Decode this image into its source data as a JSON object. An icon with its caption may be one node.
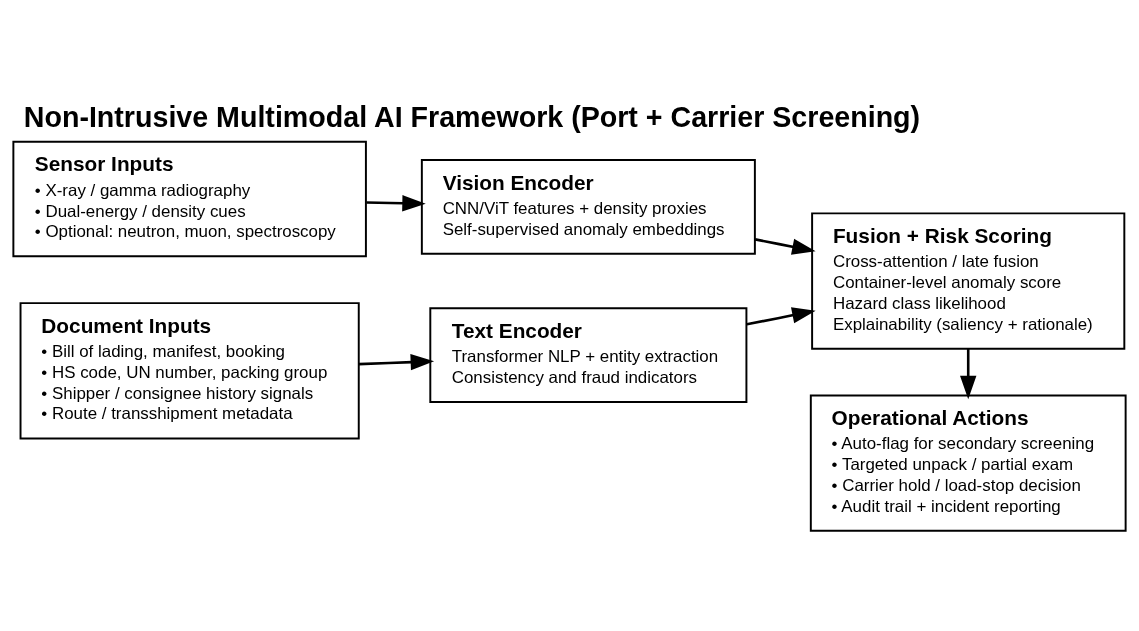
{
  "diagram": {
    "title": "Non-Intrusive Multimodal AI Framework (Port + Carrier Screening)",
    "nodes": [
      {
        "text": [
          "Sensor Inputs",
          "• X-ray / gamma radiography",
          "• Dual-energy / density cues",
          "• Optional: neutron, muon, spectroscopy"
        ]
      },
      {
        "text": [
          "Vision Encoder",
          "CNN/ViT features + density proxies",
          "Self-supervised anomaly embeddings"
        ]
      },
      {
        "text": [
          "Document Inputs",
          "• Bill of lading, manifest, booking",
          "• HS code, UN number, packing group",
          "• Shipper / consignee history signals",
          "• Route / transshipment metadata"
        ]
      },
      {
        "text": [
          "Text Encoder",
          "Transformer NLP + entity extraction",
          "Consistency and fraud indicators"
        ]
      },
      {
        "text": [
          "Fusion + Risk Scoring",
          "Cross-attention / late fusion",
          "Container-level anomaly score",
          "Hazard class likelihood",
          "Explainability (saliency + rationale)"
        ]
      },
      {
        "text": [
          "Operational Actions",
          "• Auto-flag for secondary screening",
          "• Targeted unpack / partial exam",
          "• Carrier hold / load-stop decision",
          "• Audit trail + incident reporting"
        ]
      }
    ],
    "edges": [
      {
        "from": 0,
        "to": 1,
        "arrow": "to"
      },
      {
        "from": 2,
        "to": 3,
        "arrow": "to"
      },
      {
        "from": 1,
        "to": 4,
        "arrow": "to"
      },
      {
        "from": 3,
        "to": 4,
        "arrow": "to"
      },
      {
        "from": 4,
        "to": 5,
        "arrow": "to"
      }
    ]
  }
}
